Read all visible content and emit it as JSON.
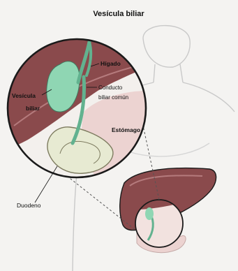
{
  "title": "Vesícula biliar",
  "labels": {
    "higado": "Hígado",
    "vesicula_line1": "Vesícula",
    "vesicula_line2": "biliar",
    "conducto_line1": "Conducto",
    "conducto_line2": "biliar común",
    "estomago": "Estómago",
    "duodeno": "Duodeno"
  },
  "colors": {
    "background": "#f4f3f1",
    "liver": "#8a4a4c",
    "gallbladder": "#8fd6b3",
    "bile_duct": "#62b28f",
    "stomach": "#ecd3d1",
    "outline": "#1a1a1a",
    "body_outline": "#c9c9c9"
  }
}
